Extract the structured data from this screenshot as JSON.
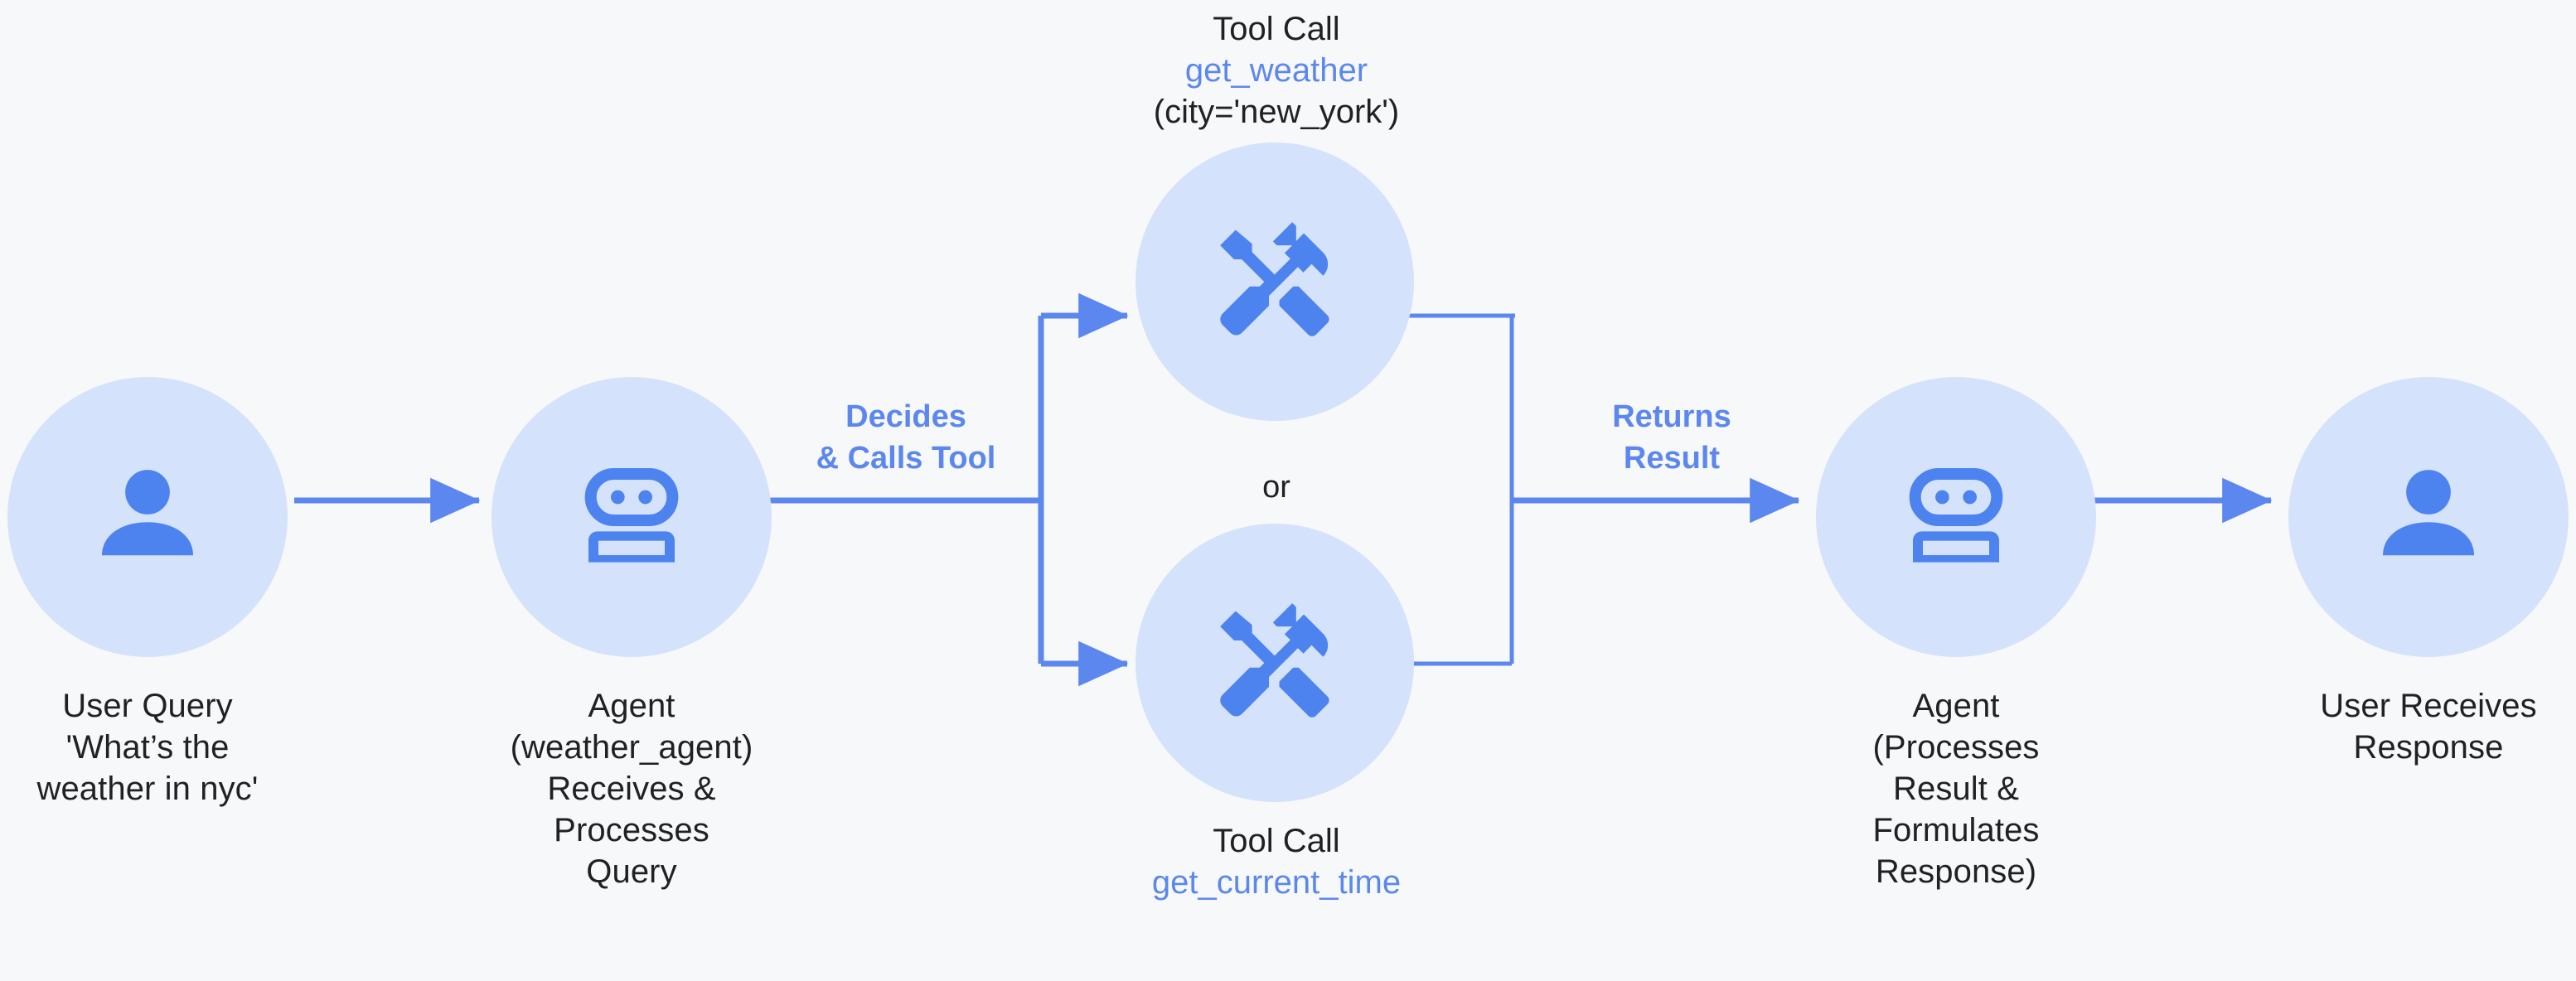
{
  "diagram": {
    "title": "Agent tool-calling flow",
    "background_color": "#f7f8fa",
    "accent_blue": "#5b87ef",
    "circle_fill": "#d5e2fb",
    "icon_blue": "#4d83ef",
    "text_color": "#1f2125"
  },
  "nodes": {
    "user_query": {
      "icon": "person-icon",
      "caption": "User Query\n'What’s the\nweather in nyc'"
    },
    "agent_receives": {
      "icon": "robot-icon",
      "caption": "Agent\n(weather_agent)\nReceives &\nProcesses\nQuery"
    },
    "tool_weather": {
      "icon": "tools-icon",
      "label_line1": "Tool Call",
      "label_line2": "get_weather",
      "label_line3": "(city='new_york')"
    },
    "tool_time": {
      "icon": "tools-icon",
      "label_line1": "Tool Call",
      "label_line2": "get_current_time"
    },
    "agent_formulates": {
      "icon": "robot-icon",
      "caption": "Agent\n(Processes\nResult &\nFormulates\nResponse)"
    },
    "user_response": {
      "icon": "person-icon",
      "caption": "User Receives\nResponse"
    }
  },
  "edges": {
    "decides": "Decides\n& Calls Tool",
    "returns": "Returns\nResult",
    "or": "or"
  }
}
